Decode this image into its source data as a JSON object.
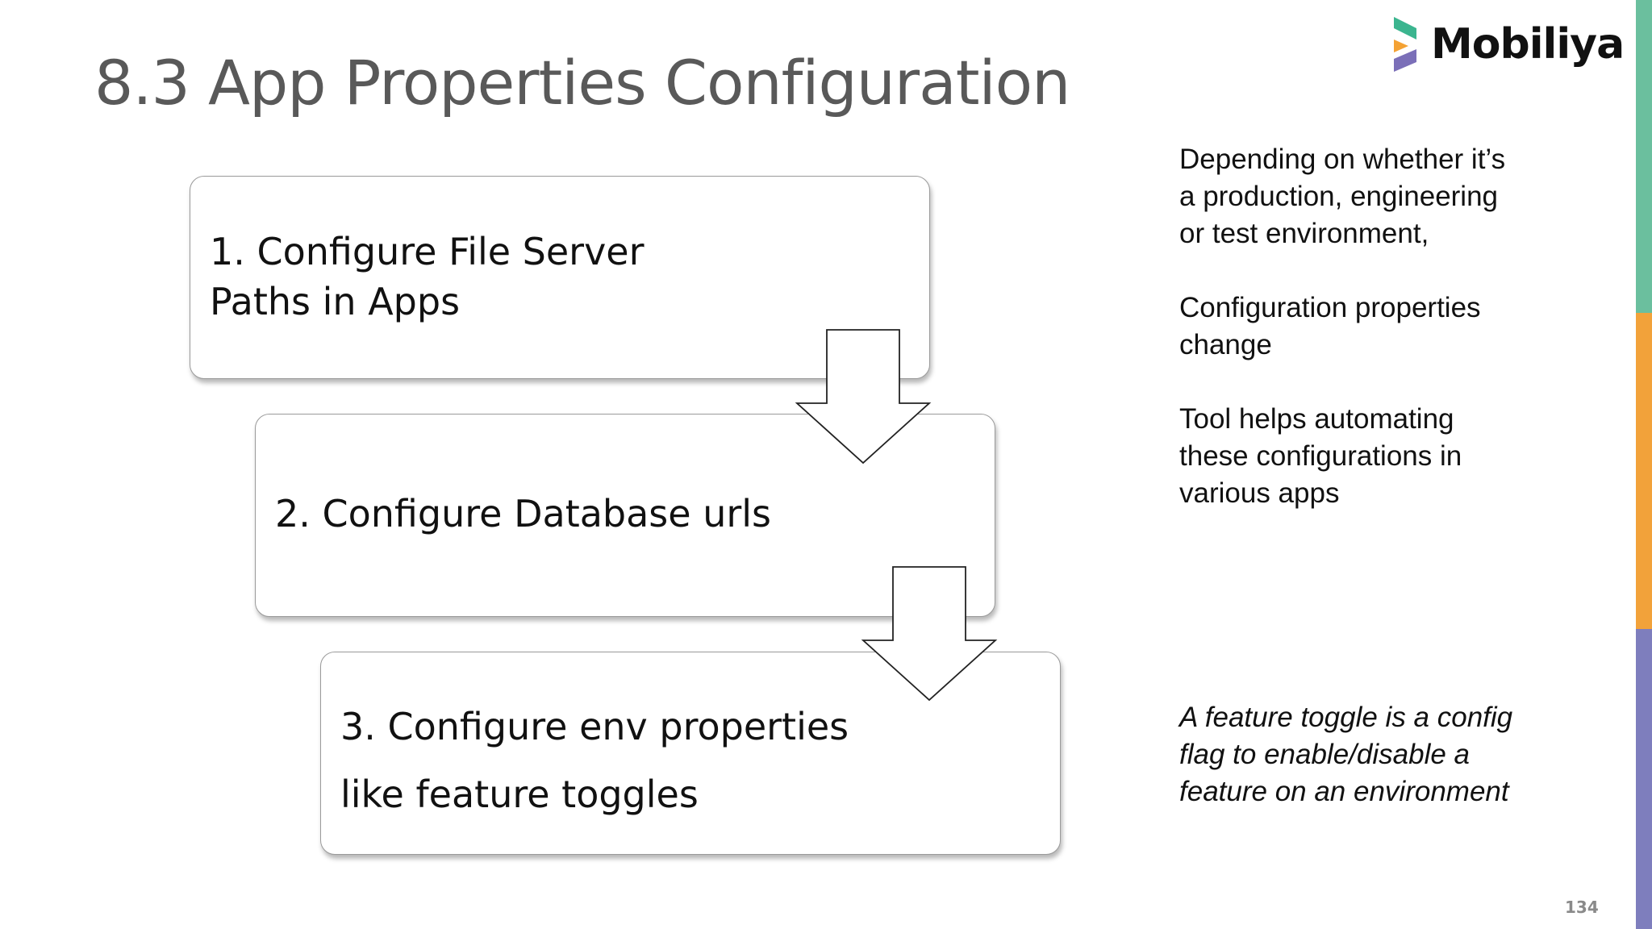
{
  "slide": {
    "title": "8.3 App Properties Configuration",
    "page_number": "134"
  },
  "logo": {
    "text": "Mobiliya",
    "colors": [
      "#3bb58f",
      "#f4a234",
      "#7b6fb8"
    ]
  },
  "steps": [
    {
      "lines": [
        "1. Configure File Server",
        "Paths in Apps"
      ]
    },
    {
      "lines": [
        "2. Configure Database urls"
      ]
    },
    {
      "lines": [
        "3. Configure env properties",
        "like feature toggles"
      ]
    }
  ],
  "notes": [
    "Depending on whether it’s\na production, engineering\nor test environment,",
    "Configuration properties\nchange",
    "Tool helps automating\nthese configurations in\nvarious apps"
  ],
  "italic_note": "A feature toggle is a config\nflag to enable/disable a\nfeature on an environment",
  "accent_colors": {
    "green": "#6bbf9e",
    "orange": "#f2a23a",
    "purple": "#7e7ebd"
  }
}
